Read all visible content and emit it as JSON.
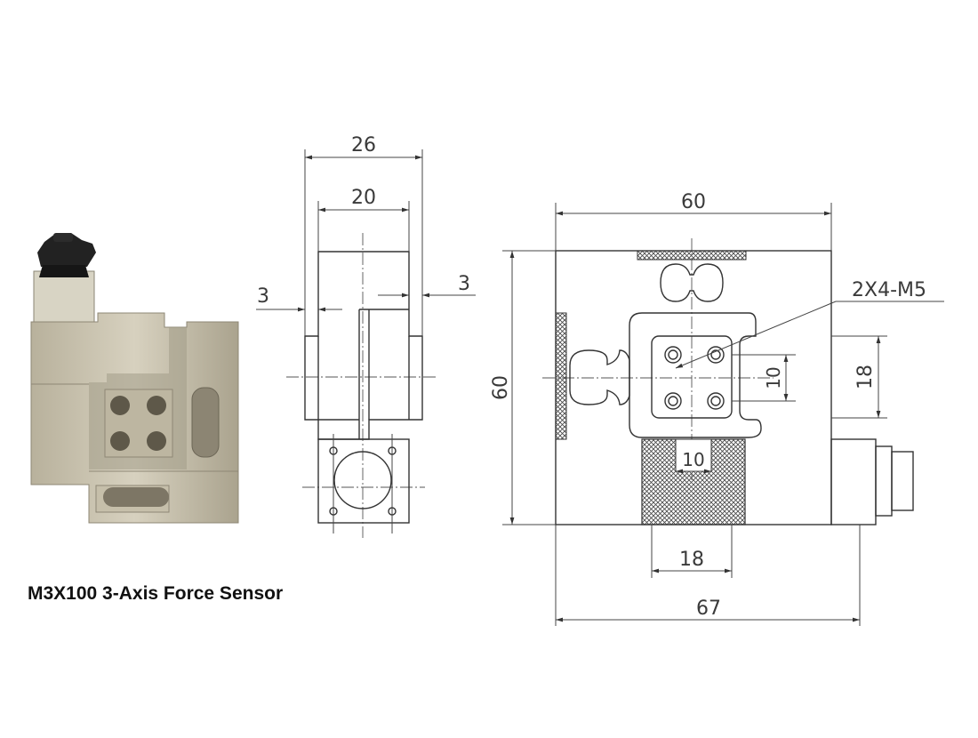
{
  "caption": "M3X100 3-Axis Force Sensor",
  "side_view": {
    "dims": {
      "outer_width": "26",
      "inner_width": "20",
      "left_offset": "3",
      "right_offset": "3"
    }
  },
  "front_view": {
    "dims": {
      "top_width": "60",
      "height": "60",
      "hole_spec": "2X4-M5",
      "hole_pitch_v": "10",
      "hole_pattern_h": "18",
      "bottom_pitch": "10",
      "bottom_width": "18",
      "overall_width": "67"
    }
  },
  "colors": {
    "body": "#c9c3b0",
    "body_dark": "#9d9684",
    "connector": "#1f1f1f",
    "line": "#333333"
  }
}
